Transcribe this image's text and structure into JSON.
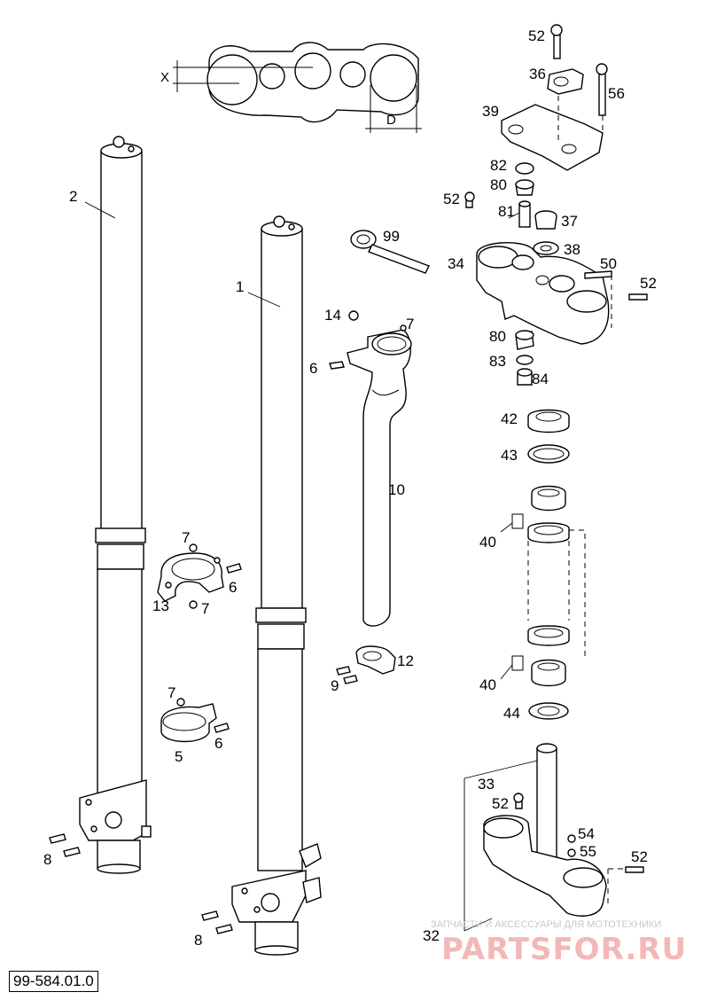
{
  "diagram": {
    "drawing_number": "99-584.01.0",
    "dimension_labels": {
      "x": "X",
      "d": "D"
    },
    "watermark": {
      "caption": "ЗАПЧАСТИ И АКСЕССУАРЫ ДЛЯ МОТОТЕХНИКИ",
      "brand": "PARTSFOR.RU"
    },
    "callouts": [
      {
        "id": "52a",
        "text": "52"
      },
      {
        "id": "36",
        "text": "36"
      },
      {
        "id": "56",
        "text": "56"
      },
      {
        "id": "39",
        "text": "39"
      },
      {
        "id": "82",
        "text": "82"
      },
      {
        "id": "80a",
        "text": "80"
      },
      {
        "id": "52b",
        "text": "52"
      },
      {
        "id": "81",
        "text": "81"
      },
      {
        "id": "37",
        "text": "37"
      },
      {
        "id": "99",
        "text": "99"
      },
      {
        "id": "38",
        "text": "38"
      },
      {
        "id": "34",
        "text": "34"
      },
      {
        "id": "50",
        "text": "50"
      },
      {
        "id": "52c",
        "text": "52"
      },
      {
        "id": "2",
        "text": "2"
      },
      {
        "id": "1",
        "text": "1"
      },
      {
        "id": "14",
        "text": "14"
      },
      {
        "id": "7a",
        "text": "7"
      },
      {
        "id": "6a",
        "text": "6"
      },
      {
        "id": "80b",
        "text": "80"
      },
      {
        "id": "83",
        "text": "83"
      },
      {
        "id": "84",
        "text": "84"
      },
      {
        "id": "42",
        "text": "42"
      },
      {
        "id": "43",
        "text": "43"
      },
      {
        "id": "10",
        "text": "10"
      },
      {
        "id": "40a",
        "text": "40"
      },
      {
        "id": "7b",
        "text": "7"
      },
      {
        "id": "6b",
        "text": "6"
      },
      {
        "id": "13",
        "text": "13"
      },
      {
        "id": "7c",
        "text": "7"
      },
      {
        "id": "12",
        "text": "12"
      },
      {
        "id": "9",
        "text": "9"
      },
      {
        "id": "40b",
        "text": "40"
      },
      {
        "id": "7d",
        "text": "7"
      },
      {
        "id": "44",
        "text": "44"
      },
      {
        "id": "6c",
        "text": "6"
      },
      {
        "id": "5",
        "text": "5"
      },
      {
        "id": "33",
        "text": "33"
      },
      {
        "id": "52d",
        "text": "52"
      },
      {
        "id": "54",
        "text": "54"
      },
      {
        "id": "55",
        "text": "55"
      },
      {
        "id": "52e",
        "text": "52"
      },
      {
        "id": "8a",
        "text": "8"
      },
      {
        "id": "8b",
        "text": "8"
      },
      {
        "id": "32",
        "text": "32"
      }
    ]
  }
}
